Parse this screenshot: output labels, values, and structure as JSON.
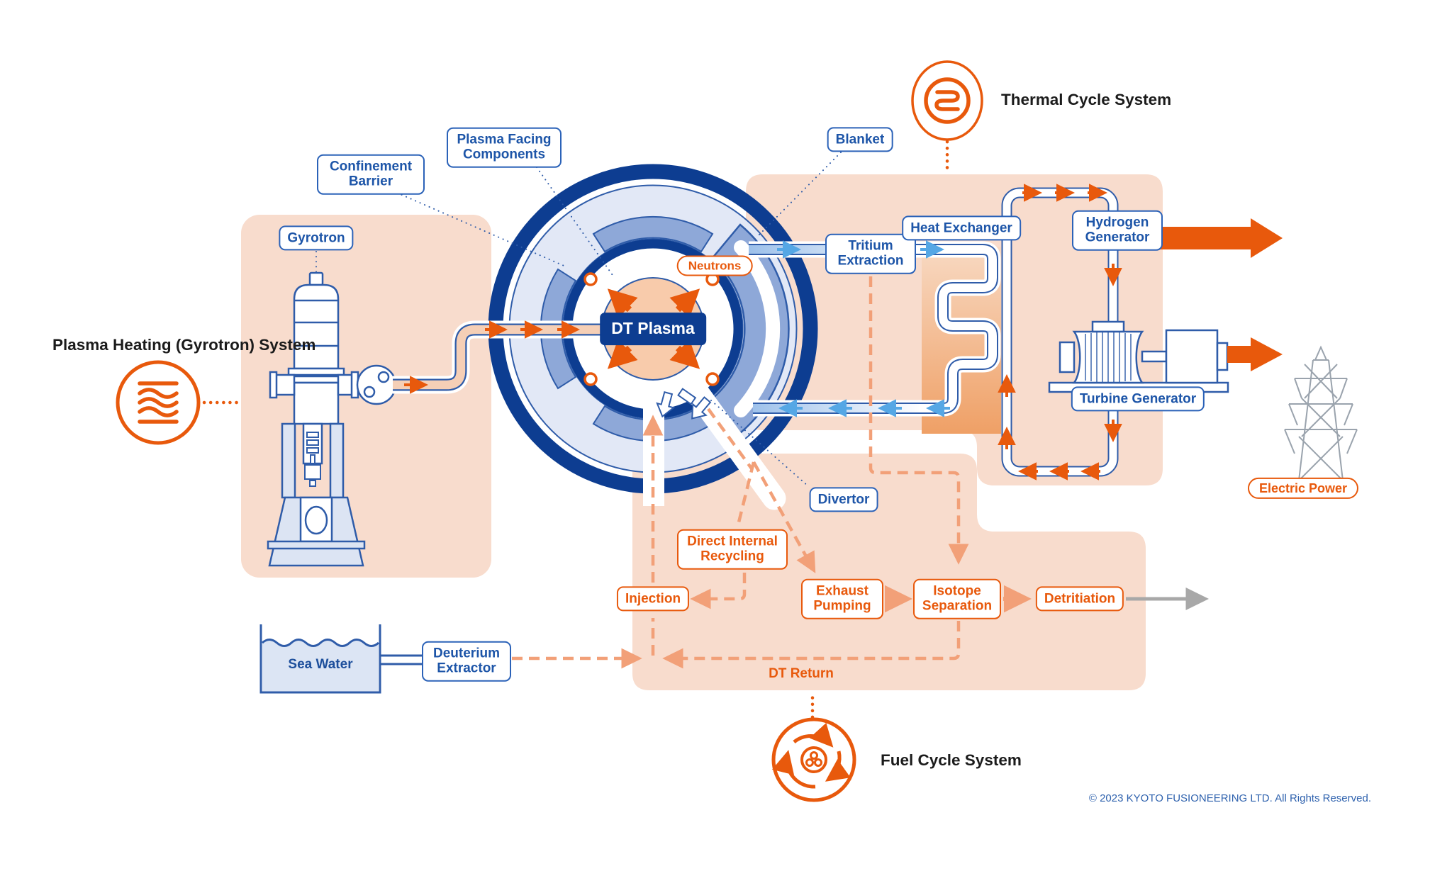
{
  "titles": {
    "plasma_heating": "Plasma Heating (Gyrotron) System",
    "thermal_cycle": "Thermal Cycle System",
    "fuel_cycle": "Fuel Cycle System"
  },
  "labels": {
    "gyrotron": "Gyrotron",
    "confinement_barrier": "Confinement Barrier",
    "plasma_facing_components": "Plasma Facing Components",
    "blanket": "Blanket",
    "neutrons": "Neutrons",
    "dt_plasma": "DT Plasma",
    "divertor": "Divertor",
    "tritium_extraction": "Tritium Extraction",
    "heat_exchanger": "Heat Exchanger",
    "hydrogen_generator": "Hydrogen Generator",
    "turbine_generator": "Turbine Generator",
    "electric_power": "Electric Power",
    "direct_internal_recycling": "Direct Internal Recycling",
    "injection": "Injection",
    "exhaust_pumping": "Exhaust Pumping",
    "isotope_separation": "Isotope Separation",
    "detritiation": "Detritiation",
    "sea_water": "Sea Water",
    "deuterium_extractor": "Deuterium Extractor",
    "dt_return": "DT Return"
  },
  "icons": {
    "heating_icon": "microwave-heating-waves",
    "thermal_icon": "heat-exchanger-coil",
    "fuel_icon": "fuel-recycle-atom",
    "electric_tower_icon": "transmission-tower"
  },
  "footer": {
    "copyright": "© 2023 KYOTO FUSIONEERING LTD.  All Rights Reserved."
  },
  "colors": {
    "navy": "#0d3d91",
    "line_blue": "#2f5ca9",
    "label_blue": "#1d55a8",
    "lavender": "#e2e8f6",
    "mid_blue": "#8ea8d8",
    "structure_blue": "#dce4f3",
    "panel_peach": "#f8dccd",
    "plasma_peach": "#f8cbab",
    "orange": "#e8590c",
    "salmon": "#f2a078",
    "flow_light_blue": "#55a7e5",
    "gray": "#a8a8a8"
  }
}
